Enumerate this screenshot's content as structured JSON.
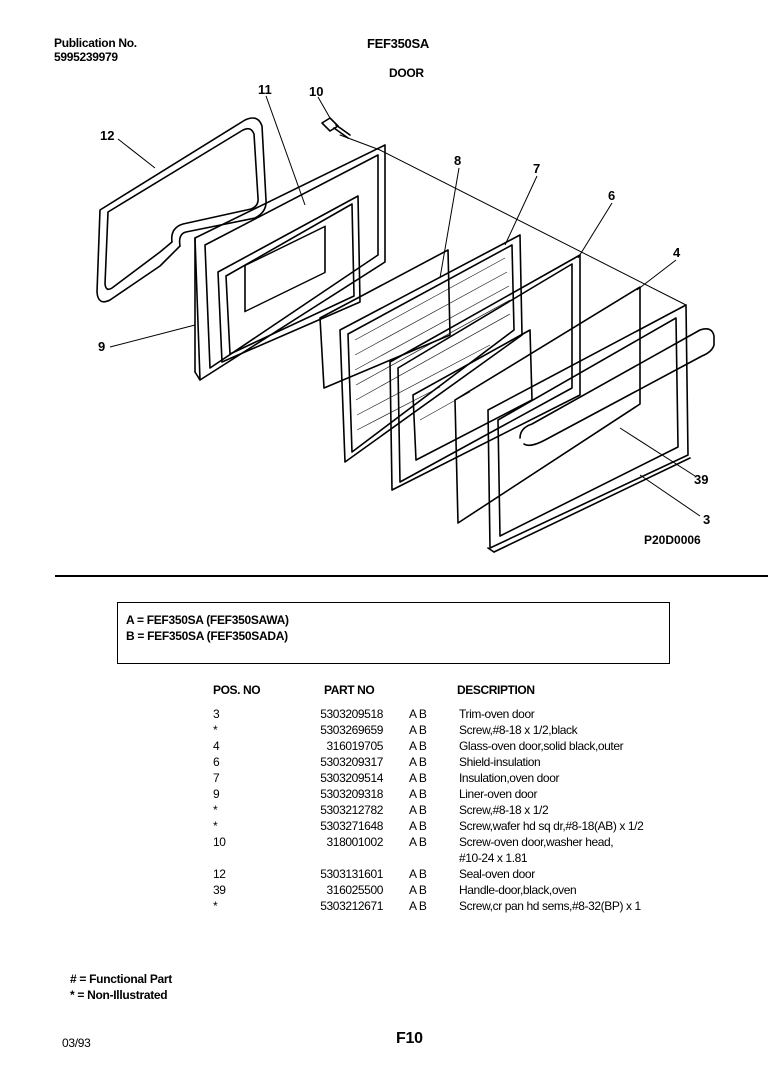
{
  "header": {
    "pub_label": "Publication No.",
    "pub_number": "5995239979",
    "model": "FEF350SA",
    "section": "DOOR"
  },
  "diagram": {
    "callouts": [
      "12",
      "11",
      "10",
      "8",
      "7",
      "6",
      "4",
      "9",
      "39",
      "3"
    ],
    "ref_code": "P20D0006"
  },
  "legend": {
    "line_a": "A = FEF350SA (FEF350SAWA)",
    "line_b": "B = FEF350SA (FEF350SADA)"
  },
  "table": {
    "headers": {
      "pos": "POS. NO",
      "part": "PART NO",
      "desc": "DESCRIPTION"
    },
    "rows": [
      {
        "pos": "3",
        "part": "5303209518",
        "ab": "A B",
        "desc": "Trim-oven door"
      },
      {
        "pos": "*",
        "part": "5303269659",
        "ab": "A B",
        "desc": "Screw,#8-18 x 1/2,black"
      },
      {
        "pos": "4",
        "part": "316019705",
        "ab": "A B",
        "desc": "Glass-oven door,solid black,outer"
      },
      {
        "pos": "6",
        "part": "5303209317",
        "ab": "A B",
        "desc": "Shield-insulation"
      },
      {
        "pos": "7",
        "part": "5303209514",
        "ab": "A B",
        "desc": "Insulation,oven door"
      },
      {
        "pos": "9",
        "part": "5303209318",
        "ab": "A B",
        "desc": "Liner-oven door"
      },
      {
        "pos": "*",
        "part": "5303212782",
        "ab": "A B",
        "desc": "Screw,#8-18 x 1/2"
      },
      {
        "pos": "*",
        "part": "5303271648",
        "ab": "A B",
        "desc": "Screw,wafer hd sq dr,#8-18(AB) x 1/2"
      },
      {
        "pos": "10",
        "part": "318001002",
        "ab": "A B",
        "desc": "Screw-oven door,washer head,",
        "desc2": "#10-24 x 1.81"
      },
      {
        "pos": "12",
        "part": "5303131601",
        "ab": "A B",
        "desc": "Seal-oven door"
      },
      {
        "pos": "39",
        "part": "316025500",
        "ab": "A B",
        "desc": "Handle-door,black,oven"
      },
      {
        "pos": "*",
        "part": "5303212671",
        "ab": "A B",
        "desc": "Screw,cr pan hd sems,#8-32(BP) x 1"
      }
    ]
  },
  "footer": {
    "note_functional": "# = Functional Part",
    "note_non_illustrated": "* = Non-Illustrated",
    "date": "03/93",
    "page": "F10"
  }
}
